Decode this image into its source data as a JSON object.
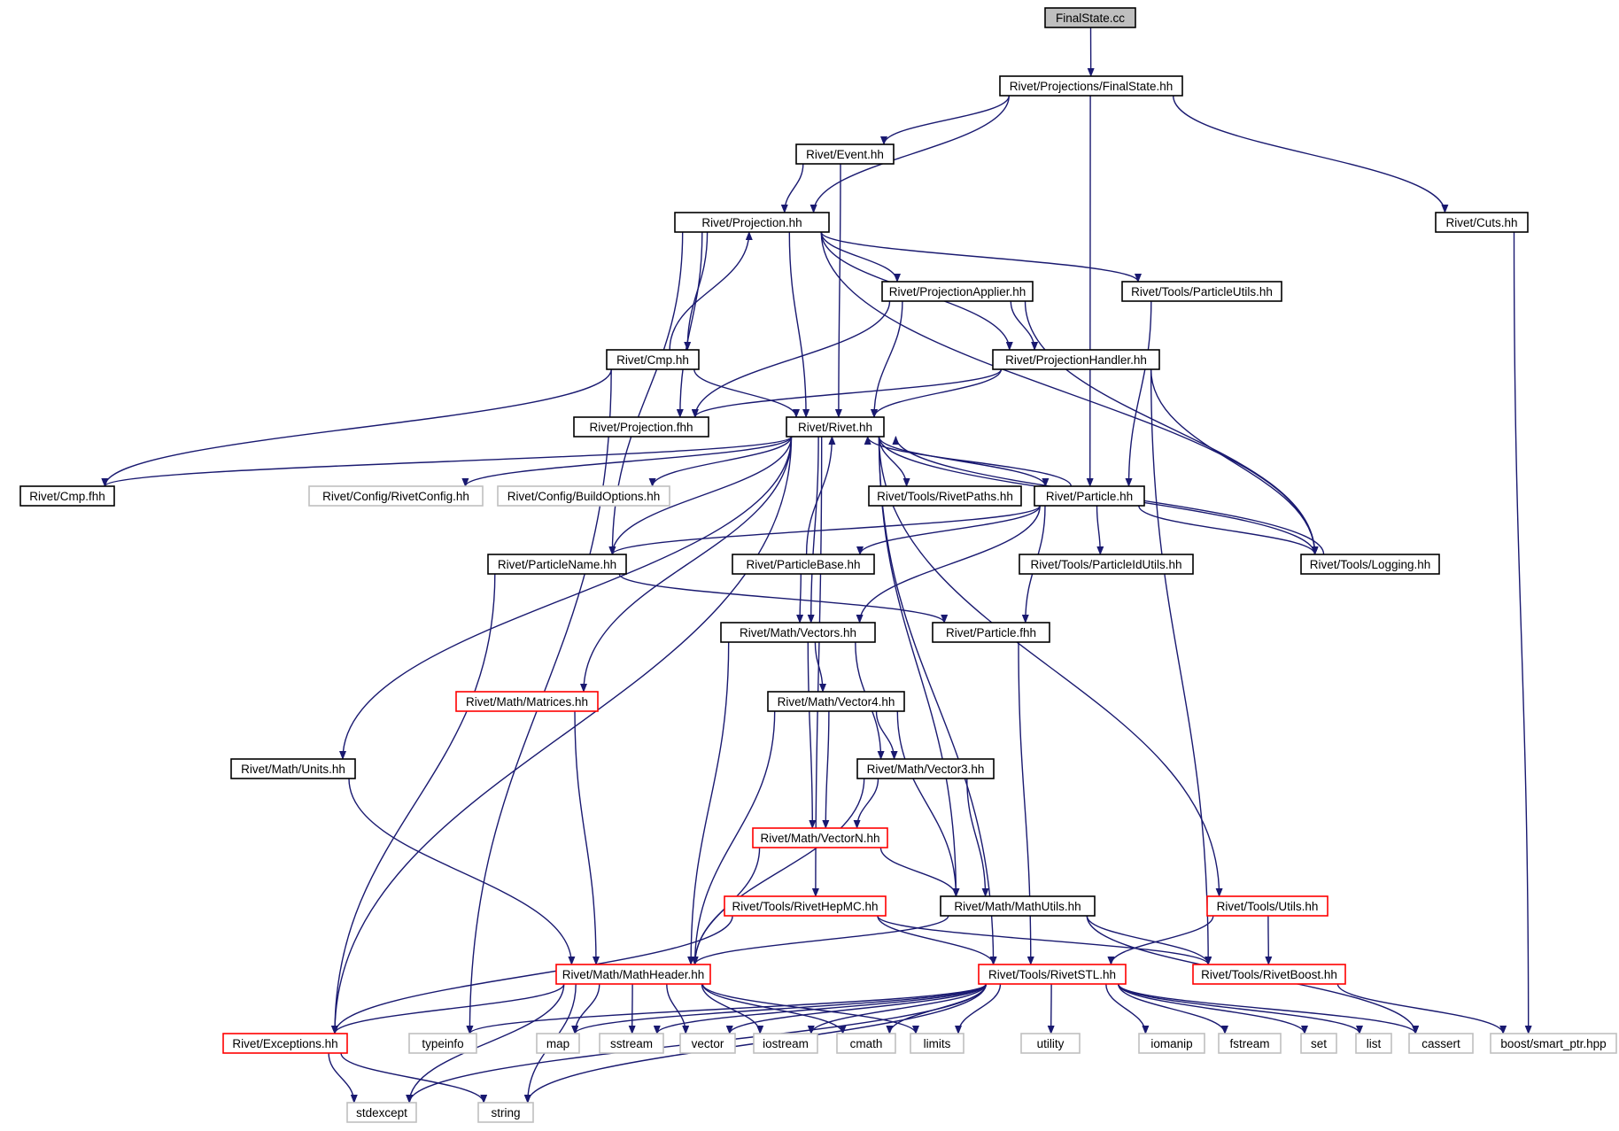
{
  "colors": {
    "edge": "#191970",
    "node_border_default": "#000000",
    "node_border_truncated": "#ff0000",
    "node_border_system": "#bfbfbf",
    "root_fill": "#bfbfbf",
    "background": "#ffffff"
  },
  "nodes": [
    {
      "id": "finalstate_cc",
      "label": "FinalState.cc",
      "kind": "root"
    },
    {
      "id": "proj_finalstate",
      "label": "Rivet/Projections/FinalState.hh",
      "kind": "default"
    },
    {
      "id": "event",
      "label": "Rivet/Event.hh",
      "kind": "default"
    },
    {
      "id": "cuts",
      "label": "Rivet/Cuts.hh",
      "kind": "default"
    },
    {
      "id": "projection",
      "label": "Rivet/Projection.hh",
      "kind": "default"
    },
    {
      "id": "projapplier",
      "label": "Rivet/ProjectionApplier.hh",
      "kind": "default"
    },
    {
      "id": "particleutils",
      "label": "Rivet/Tools/ParticleUtils.hh",
      "kind": "default"
    },
    {
      "id": "cmp",
      "label": "Rivet/Cmp.hh",
      "kind": "default"
    },
    {
      "id": "projhandler",
      "label": "Rivet/ProjectionHandler.hh",
      "kind": "default"
    },
    {
      "id": "projfhh",
      "label": "Rivet/Projection.fhh",
      "kind": "default"
    },
    {
      "id": "rivet",
      "label": "Rivet/Rivet.hh",
      "kind": "default"
    },
    {
      "id": "cmpfhh",
      "label": "Rivet/Cmp.fhh",
      "kind": "default"
    },
    {
      "id": "rivetconfig",
      "label": "Rivet/Config/RivetConfig.hh",
      "kind": "system"
    },
    {
      "id": "buildoptions",
      "label": "Rivet/Config/BuildOptions.hh",
      "kind": "system"
    },
    {
      "id": "rivetpaths",
      "label": "Rivet/Tools/RivetPaths.hh",
      "kind": "default"
    },
    {
      "id": "particle",
      "label": "Rivet/Particle.hh",
      "kind": "default"
    },
    {
      "id": "particlename",
      "label": "Rivet/ParticleName.hh",
      "kind": "default"
    },
    {
      "id": "particlebase",
      "label": "Rivet/ParticleBase.hh",
      "kind": "default"
    },
    {
      "id": "particleidutils",
      "label": "Rivet/Tools/ParticleIdUtils.hh",
      "kind": "default"
    },
    {
      "id": "logging",
      "label": "Rivet/Tools/Logging.hh",
      "kind": "default"
    },
    {
      "id": "vectors",
      "label": "Rivet/Math/Vectors.hh",
      "kind": "default"
    },
    {
      "id": "particlefhh",
      "label": "Rivet/Particle.fhh",
      "kind": "default"
    },
    {
      "id": "matrices",
      "label": "Rivet/Math/Matrices.hh",
      "kind": "truncated"
    },
    {
      "id": "vector4",
      "label": "Rivet/Math/Vector4.hh",
      "kind": "default"
    },
    {
      "id": "units",
      "label": "Rivet/Math/Units.hh",
      "kind": "default"
    },
    {
      "id": "vector3",
      "label": "Rivet/Math/Vector3.hh",
      "kind": "default"
    },
    {
      "id": "vectorn",
      "label": "Rivet/Math/VectorN.hh",
      "kind": "truncated"
    },
    {
      "id": "rivethepmc",
      "label": "Rivet/Tools/RivetHepMC.hh",
      "kind": "truncated"
    },
    {
      "id": "mathutils",
      "label": "Rivet/Math/MathUtils.hh",
      "kind": "default"
    },
    {
      "id": "utils",
      "label": "Rivet/Tools/Utils.hh",
      "kind": "truncated"
    },
    {
      "id": "mathheader",
      "label": "Rivet/Math/MathHeader.hh",
      "kind": "truncated"
    },
    {
      "id": "rivetstl",
      "label": "Rivet/Tools/RivetSTL.hh",
      "kind": "truncated"
    },
    {
      "id": "rivetboost",
      "label": "Rivet/Tools/RivetBoost.hh",
      "kind": "truncated"
    },
    {
      "id": "exceptions",
      "label": "Rivet/Exceptions.hh",
      "kind": "truncated"
    },
    {
      "id": "typeinfo",
      "label": "typeinfo",
      "kind": "system"
    },
    {
      "id": "map",
      "label": "map",
      "kind": "system"
    },
    {
      "id": "sstream",
      "label": "sstream",
      "kind": "system"
    },
    {
      "id": "vector",
      "label": "vector",
      "kind": "system"
    },
    {
      "id": "iostream",
      "label": "iostream",
      "kind": "system"
    },
    {
      "id": "cmath",
      "label": "cmath",
      "kind": "system"
    },
    {
      "id": "limits",
      "label": "limits",
      "kind": "system"
    },
    {
      "id": "utility",
      "label": "utility",
      "kind": "system"
    },
    {
      "id": "iomanip",
      "label": "iomanip",
      "kind": "system"
    },
    {
      "id": "fstream",
      "label": "fstream",
      "kind": "system"
    },
    {
      "id": "set",
      "label": "set",
      "kind": "system"
    },
    {
      "id": "list",
      "label": "list",
      "kind": "system"
    },
    {
      "id": "cassert",
      "label": "cassert",
      "kind": "system"
    },
    {
      "id": "smartptr",
      "label": "boost/smart_ptr.hpp",
      "kind": "system"
    },
    {
      "id": "stdexcept",
      "label": "stdexcept",
      "kind": "system"
    },
    {
      "id": "string",
      "label": "string",
      "kind": "system"
    }
  ],
  "edges": [
    [
      "finalstate_cc",
      "proj_finalstate"
    ],
    [
      "proj_finalstate",
      "projection"
    ],
    [
      "proj_finalstate",
      "event"
    ],
    [
      "proj_finalstate",
      "particle"
    ],
    [
      "proj_finalstate",
      "cuts"
    ],
    [
      "event",
      "projection"
    ],
    [
      "event",
      "rivet"
    ],
    [
      "cuts",
      "smartptr"
    ],
    [
      "projection",
      "projapplier"
    ],
    [
      "projection",
      "particleutils"
    ],
    [
      "projection",
      "projhandler"
    ],
    [
      "projection",
      "logging"
    ],
    [
      "projection",
      "cmp"
    ],
    [
      "projection",
      "projfhh"
    ],
    [
      "projection",
      "rivet"
    ],
    [
      "projection",
      "particlename"
    ],
    [
      "projapplier",
      "projhandler"
    ],
    [
      "projapplier",
      "projfhh"
    ],
    [
      "projapplier",
      "rivet"
    ],
    [
      "projapplier",
      "logging"
    ],
    [
      "particleutils",
      "particle"
    ],
    [
      "cmp",
      "projection"
    ],
    [
      "cmp",
      "rivet"
    ],
    [
      "cmp",
      "cmpfhh"
    ],
    [
      "cmp",
      "typeinfo"
    ],
    [
      "projhandler",
      "rivet"
    ],
    [
      "projhandler",
      "projfhh"
    ],
    [
      "projhandler",
      "logging"
    ],
    [
      "projhandler",
      "rivetboost"
    ],
    [
      "rivet",
      "cmpfhh"
    ],
    [
      "rivet",
      "rivetconfig"
    ],
    [
      "rivet",
      "buildoptions"
    ],
    [
      "rivet",
      "rivetpaths"
    ],
    [
      "rivet",
      "particle"
    ],
    [
      "rivet",
      "logging"
    ],
    [
      "rivet",
      "particlename"
    ],
    [
      "rivet",
      "vectors"
    ],
    [
      "rivet",
      "matrices"
    ],
    [
      "rivet",
      "units"
    ],
    [
      "rivet",
      "exceptions"
    ],
    [
      "rivet",
      "rivethepmc"
    ],
    [
      "rivet",
      "rivetstl"
    ],
    [
      "rivet",
      "mathutils"
    ],
    [
      "rivet",
      "utils"
    ],
    [
      "particle",
      "rivet"
    ],
    [
      "particle",
      "particlename"
    ],
    [
      "particle",
      "particlebase"
    ],
    [
      "particle",
      "particleidutils"
    ],
    [
      "particle",
      "logging"
    ],
    [
      "particle",
      "vectors"
    ],
    [
      "particle",
      "particlefhh"
    ],
    [
      "particlebase",
      "rivet"
    ],
    [
      "particlebase",
      "vectors"
    ],
    [
      "logging",
      "rivet"
    ],
    [
      "particlename",
      "particlefhh"
    ],
    [
      "particlename",
      "exceptions"
    ],
    [
      "particlefhh",
      "rivetstl"
    ],
    [
      "vectors",
      "vector4"
    ],
    [
      "vectors",
      "vector3"
    ],
    [
      "vectors",
      "vectorn"
    ],
    [
      "vectors",
      "mathheader"
    ],
    [
      "vector4",
      "vector3"
    ],
    [
      "vector4",
      "vectorn"
    ],
    [
      "vector4",
      "mathutils"
    ],
    [
      "vector4",
      "mathheader"
    ],
    [
      "vector3",
      "vectorn"
    ],
    [
      "vector3",
      "mathutils"
    ],
    [
      "vector3",
      "mathheader"
    ],
    [
      "vectorn",
      "mathutils"
    ],
    [
      "vectorn",
      "mathheader"
    ],
    [
      "matrices",
      "mathheader"
    ],
    [
      "units",
      "mathheader"
    ],
    [
      "rivethepmc",
      "rivetstl"
    ],
    [
      "rivethepmc",
      "rivetboost"
    ],
    [
      "rivethepmc",
      "exceptions"
    ],
    [
      "mathutils",
      "mathheader"
    ],
    [
      "mathutils",
      "rivetboost"
    ],
    [
      "mathutils",
      "cassert"
    ],
    [
      "utils",
      "rivetstl"
    ],
    [
      "utils",
      "rivetboost"
    ],
    [
      "rivetboost",
      "smartptr"
    ],
    [
      "mathheader",
      "exceptions"
    ],
    [
      "mathheader",
      "stdexcept"
    ],
    [
      "mathheader",
      "string"
    ],
    [
      "mathheader",
      "map"
    ],
    [
      "mathheader",
      "sstream"
    ],
    [
      "mathheader",
      "vector"
    ],
    [
      "mathheader",
      "iostream"
    ],
    [
      "mathheader",
      "cmath"
    ],
    [
      "mathheader",
      "limits"
    ],
    [
      "rivetstl",
      "typeinfo"
    ],
    [
      "rivetstl",
      "map"
    ],
    [
      "rivetstl",
      "sstream"
    ],
    [
      "rivetstl",
      "vector"
    ],
    [
      "rivetstl",
      "iostream"
    ],
    [
      "rivetstl",
      "cmath"
    ],
    [
      "rivetstl",
      "limits"
    ],
    [
      "rivetstl",
      "utility"
    ],
    [
      "rivetstl",
      "iomanip"
    ],
    [
      "rivetstl",
      "fstream"
    ],
    [
      "rivetstl",
      "set"
    ],
    [
      "rivetstl",
      "list"
    ],
    [
      "rivetstl",
      "cassert"
    ],
    [
      "rivetstl",
      "stdexcept"
    ],
    [
      "rivetstl",
      "string"
    ],
    [
      "exceptions",
      "stdexcept"
    ],
    [
      "exceptions",
      "string"
    ]
  ]
}
